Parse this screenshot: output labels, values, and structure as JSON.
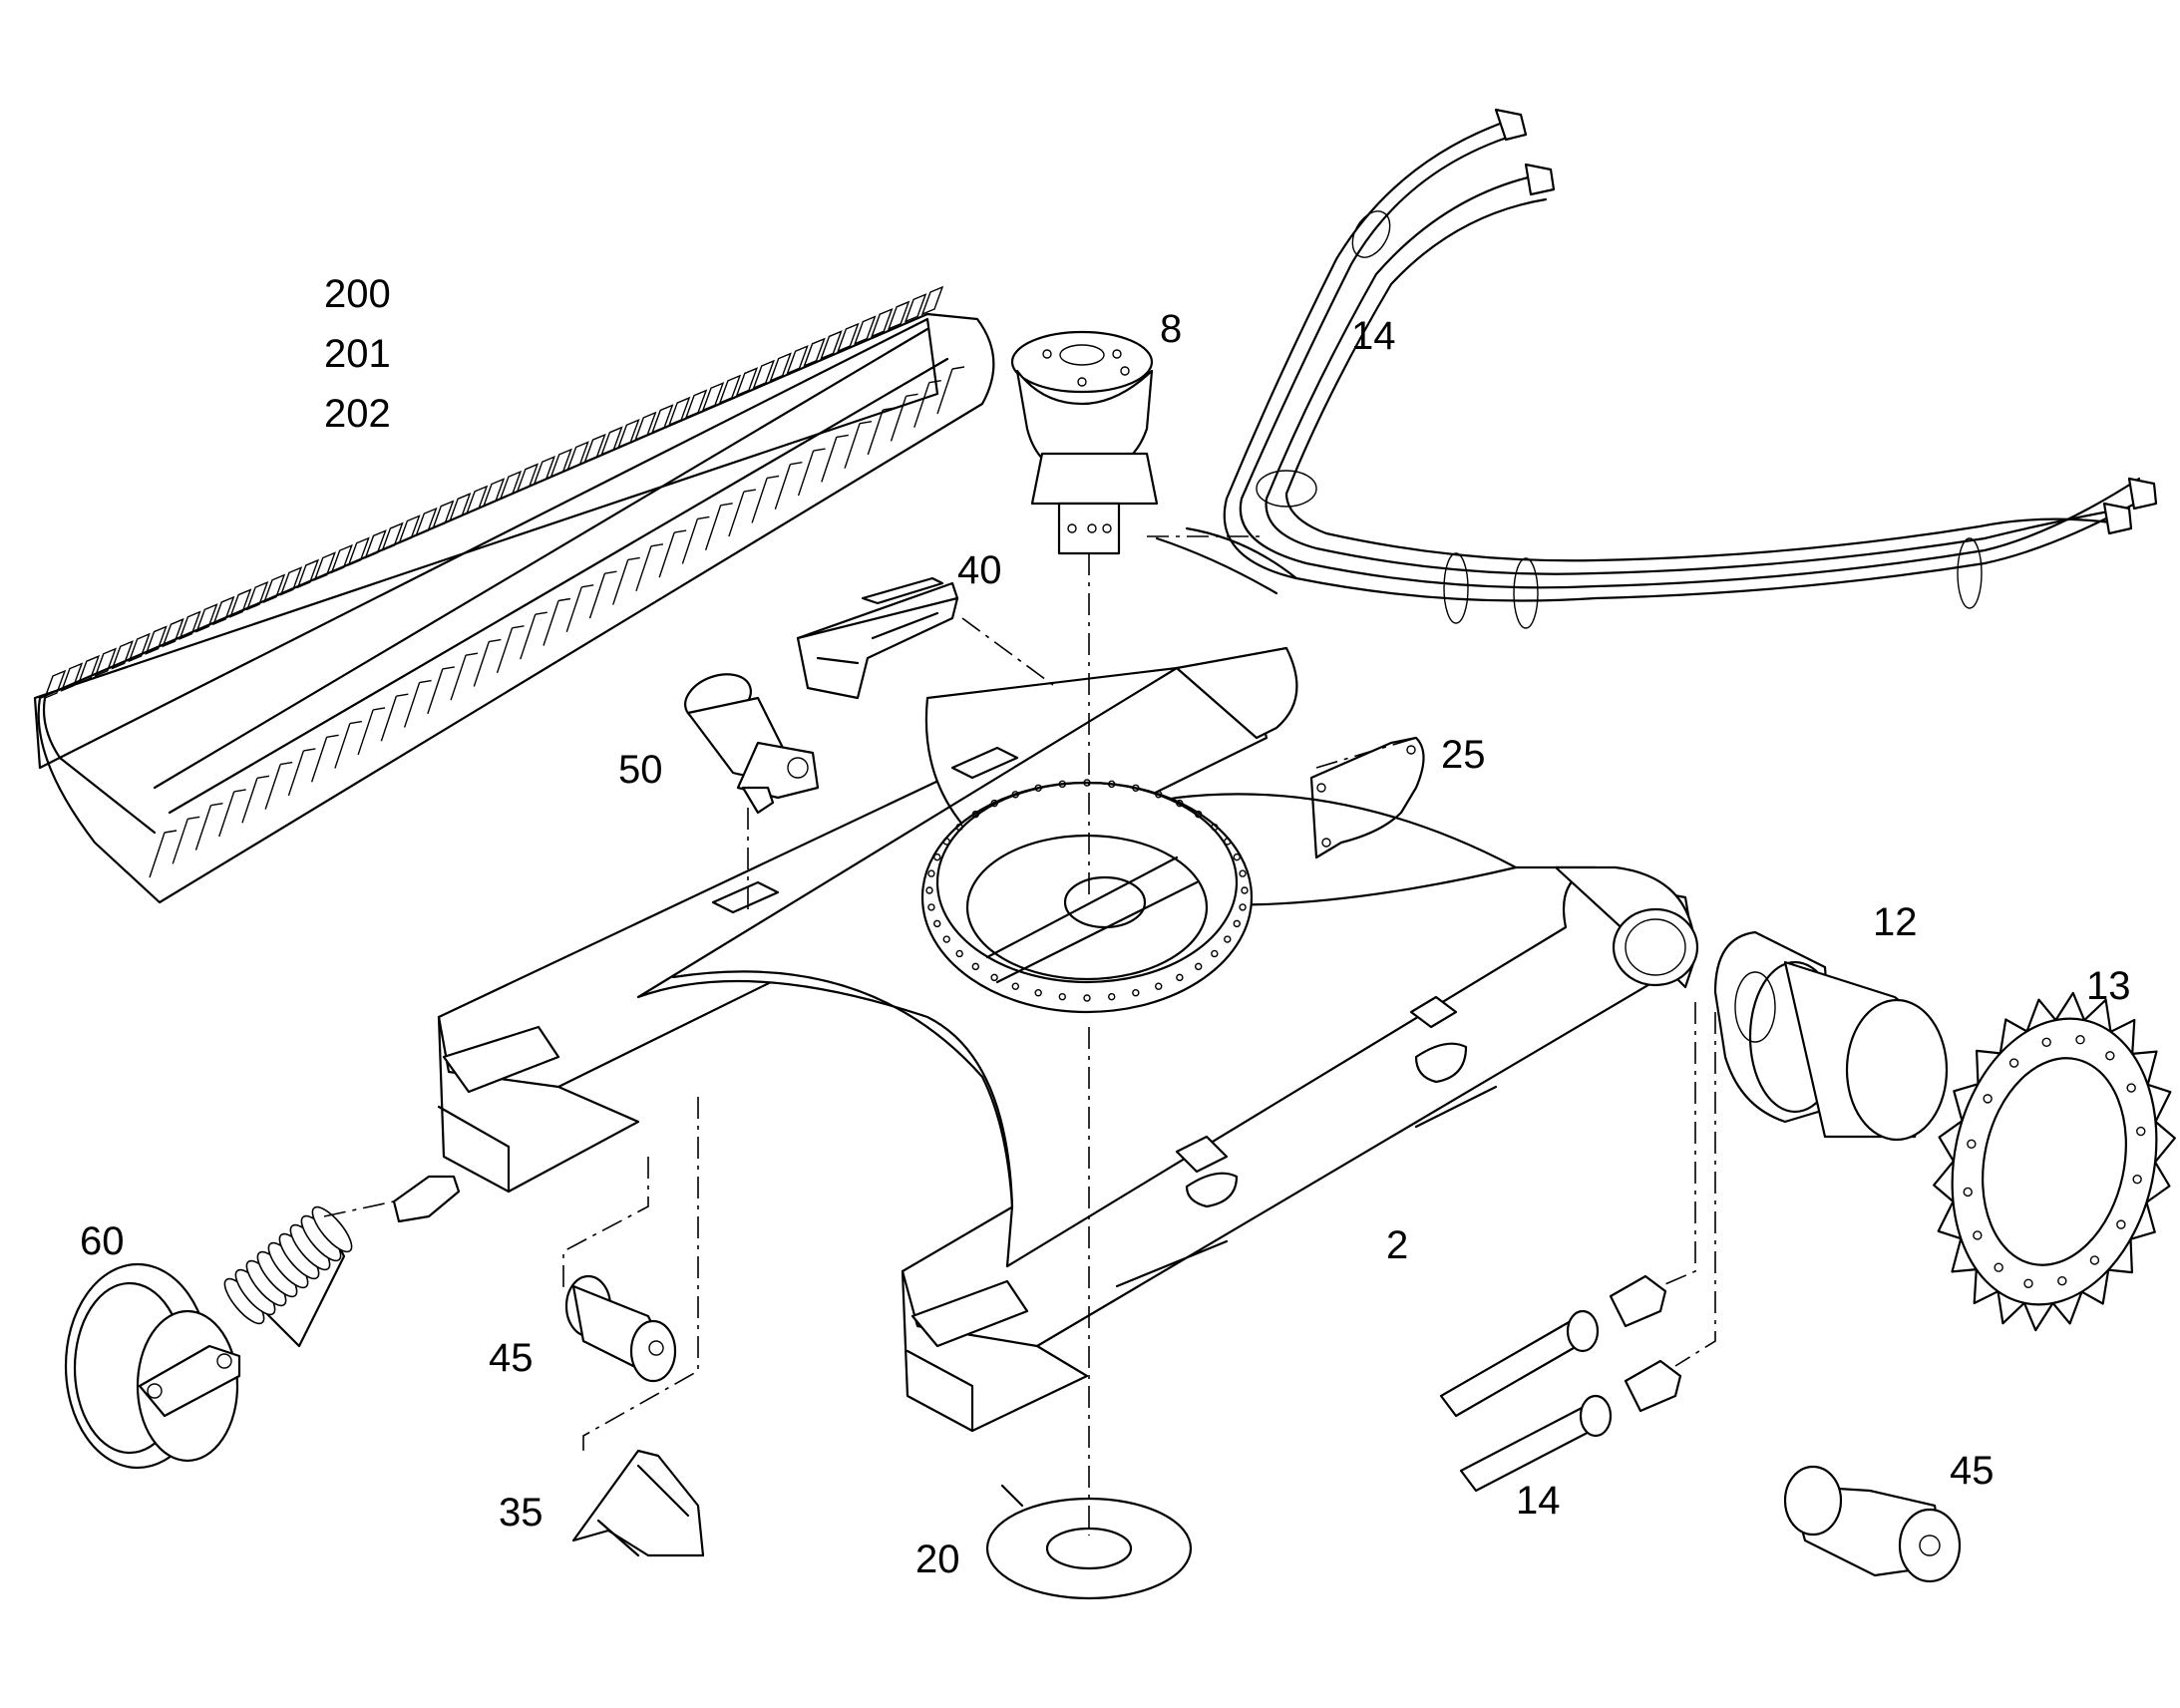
{
  "diagram": {
    "type": "exploded parts diagram",
    "callouts": {
      "track_1": "200",
      "track_2": "201",
      "track_3": "202",
      "swivel_joint": "8",
      "hoses_upper": "14",
      "step_plate": "40",
      "carrier_roller": "50",
      "cover_plate": "25",
      "travel_motor": "12",
      "sprocket": "13",
      "undercarriage_frame": "2",
      "idler_wheel": "60",
      "track_roller_left": "45",
      "track_guide": "35",
      "cover_disc": "20",
      "hoses_lower": "14",
      "track_roller_right": "45"
    },
    "colors": {
      "line": "#000000",
      "background": "#ffffff"
    }
  }
}
